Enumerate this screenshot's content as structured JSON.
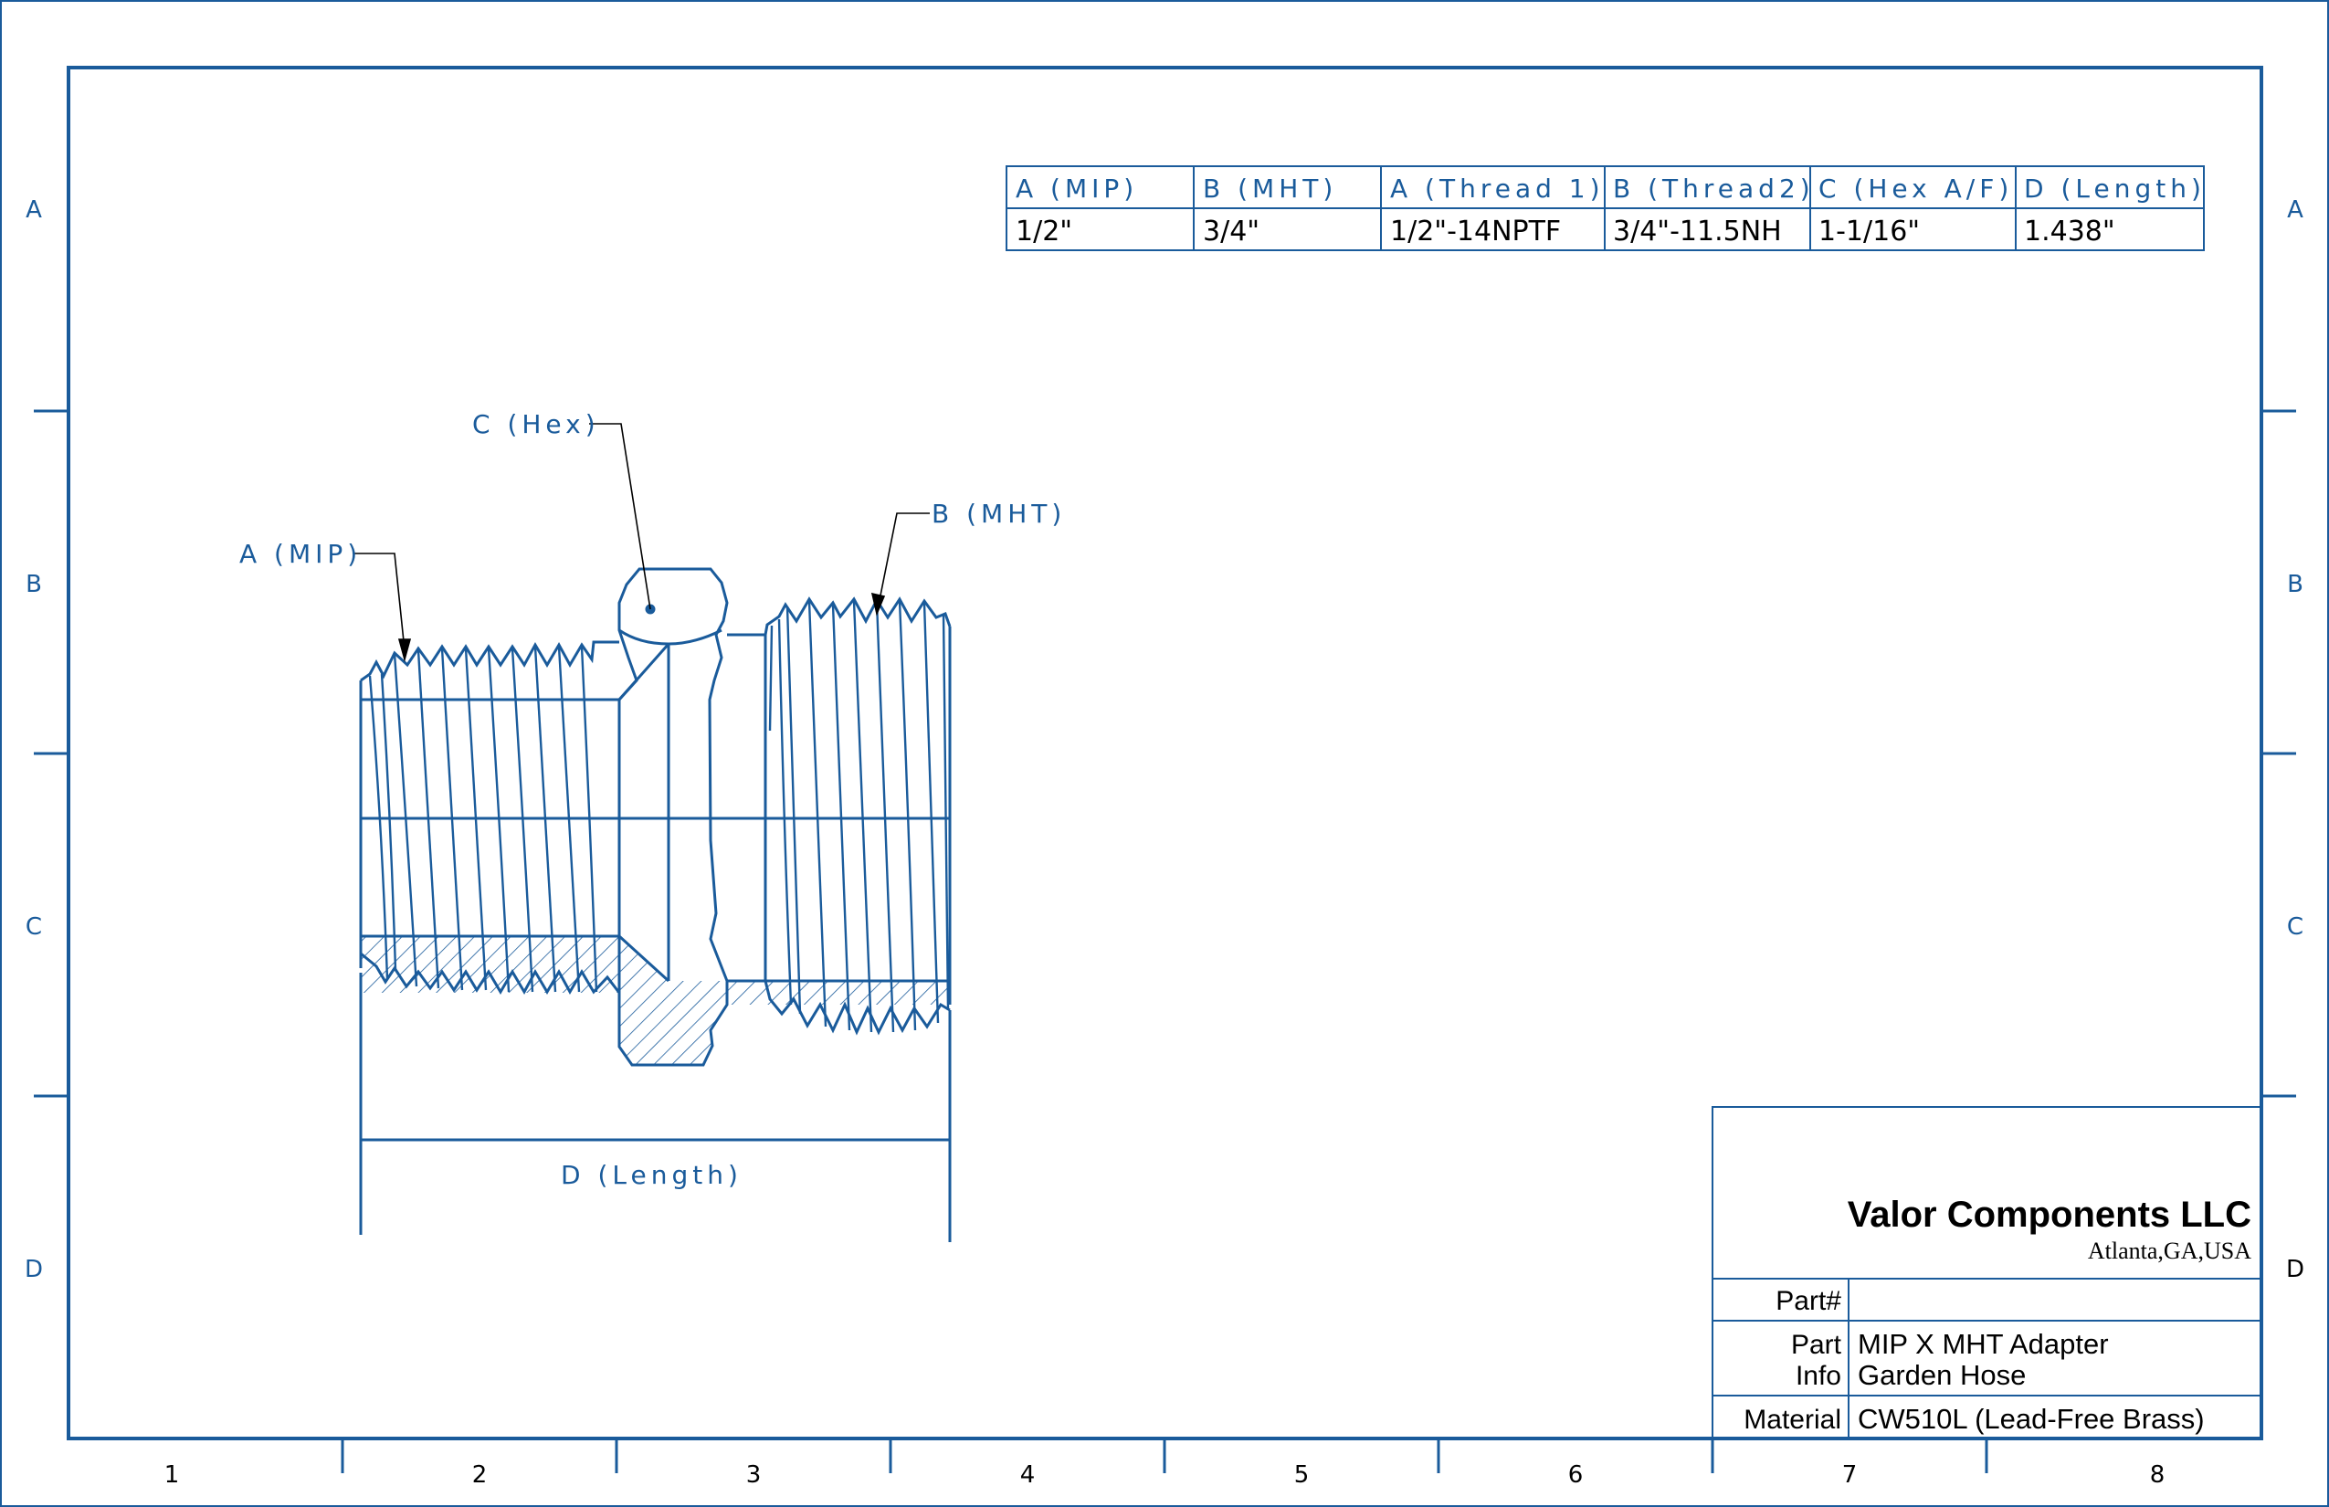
{
  "colors": {
    "line": "#1a5b9b",
    "text": "#000000",
    "background": "#ffffff"
  },
  "zone_labels": {
    "rows": [
      "A",
      "B",
      "C",
      "D"
    ],
    "columns": [
      "1",
      "2",
      "3",
      "4",
      "5",
      "6",
      "7",
      "8"
    ]
  },
  "spec_table": {
    "headers": [
      "A (MIP)",
      "B (MHT)",
      "A (Thread 1)",
      "B (Thread2)",
      "C (Hex A/F)",
      "D (Length)"
    ],
    "values": [
      "1/2\"",
      "3/4\"",
      "1/2\"-14NPTF",
      "3/4\"-11.5NH",
      "1-1/16\"",
      "1.438\""
    ]
  },
  "callouts": {
    "hex": "C (Hex)",
    "mip": "A (MIP)",
    "mht": "B (MHT)",
    "length": "D (Length)"
  },
  "title_block": {
    "company": "Valor Components LLC",
    "location": "Atlanta,GA,USA",
    "part_number_label": "Part#",
    "part_number_value": "",
    "part_info_label_1": "Part",
    "part_info_label_2": "Info",
    "part_info_line_1": "MIP X MHT Adapter",
    "part_info_line_2": "Garden Hose",
    "material_label": "Material",
    "material_value": "CW510L (Lead-Free Brass)"
  }
}
